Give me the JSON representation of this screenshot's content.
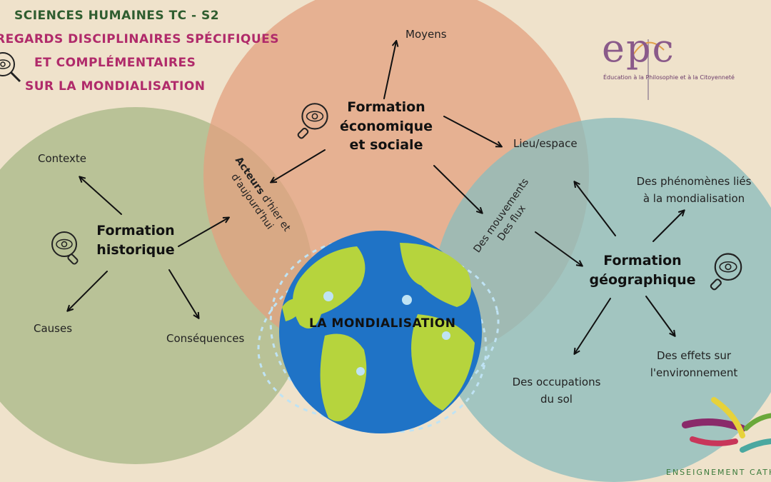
{
  "header": {
    "line1": "SCIENCES HUMAINES TC - S2",
    "line2": "REGARDS DISCIPLINAIRES SPÉCIFIQUES",
    "line3": "ET COMPLÉMENTAIRES",
    "line4": "SUR LA MONDIALISATION"
  },
  "logo": {
    "letters": "epc",
    "tagline": "Éducation à la Philosophie et à la Citoyenneté"
  },
  "center": {
    "label": "LA MONDIALISATION"
  },
  "historique": {
    "title_line1": "Formation",
    "title_line2": "historique",
    "branches": [
      "Contexte",
      "Causes",
      "Conséquences"
    ]
  },
  "economique": {
    "title_line1": "Formation",
    "title_line2": "économique",
    "title_line3": "et sociale",
    "branches": [
      "Moyens",
      "Lieu/espace"
    ]
  },
  "geographique": {
    "title_line1": "Formation",
    "title_line2": "géographique",
    "branches": [
      "Des phénomènes liés",
      "à la mondialisation",
      "Des effets sur",
      "l'environnement",
      "Des occupations",
      "du sol"
    ]
  },
  "acteurs": {
    "bold": "Acteurs",
    "rest1": " d'hier et",
    "rest2": "d'aujourd'hui"
  },
  "mouvements": {
    "line1": "Des mouvements",
    "line2": "Des flux"
  },
  "footer": {
    "brand": "ENSEIGNEMENT CATH"
  },
  "colors": {
    "background": "#efe2cb",
    "green_circle": "#a9b888",
    "orange_circle": "#e3a07f",
    "teal_circle": "#8cbcbc",
    "title_green": "#2f5d2f",
    "title_magenta": "#b02a6a",
    "ocean": "#1f73c6",
    "land": "#b6d43d"
  },
  "icons": [
    "magnifier-eye-icon"
  ]
}
